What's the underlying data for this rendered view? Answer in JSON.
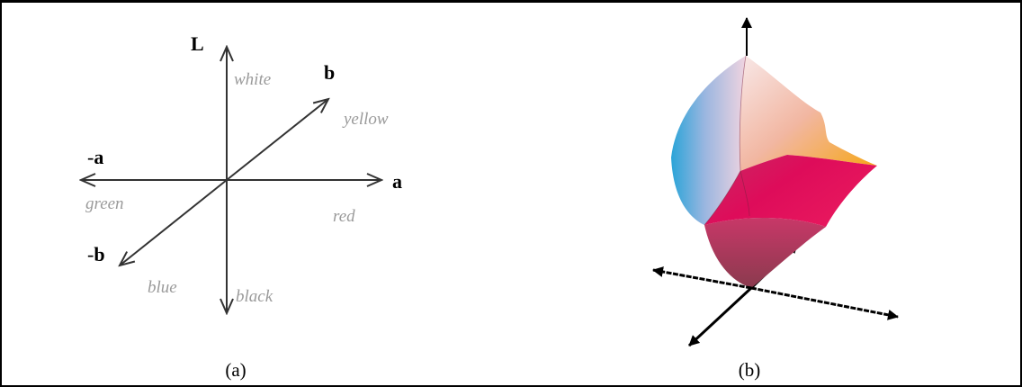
{
  "panel_a": {
    "axis_L": "L",
    "axis_b": "b",
    "axis_a": "a",
    "axis_neg_a_sign": "-",
    "axis_neg_a_letter": "a",
    "axis_neg_b_sign": "-",
    "axis_neg_b_letter": "b",
    "label_white": "white",
    "label_black": "black",
    "label_yellow": "yellow",
    "label_blue": "blue",
    "label_red": "red",
    "label_green": "green",
    "caption": "(a)"
  },
  "panel_b": {
    "caption": "(b)"
  }
}
